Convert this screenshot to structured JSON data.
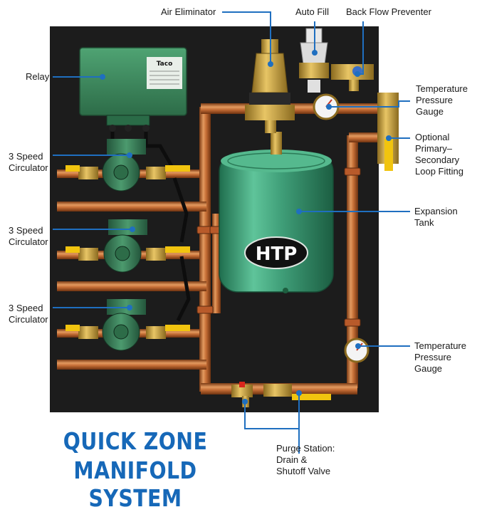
{
  "labels": {
    "air_eliminator": "Air Eliminator",
    "auto_fill": "Auto Fill",
    "back_flow_preventer": "Back Flow Preventer",
    "relay": "Relay",
    "temp_gauge_top": [
      "Temperature",
      "Pressure",
      "Gauge"
    ],
    "primary_secondary": [
      "Optional",
      "Primary–",
      "Secondary",
      "Loop Fitting"
    ],
    "circulator_1": [
      "3 Speed",
      "Circulator"
    ],
    "circulator_2": [
      "3 Speed",
      "Circulator"
    ],
    "circulator_3": [
      "3 Speed",
      "Circulator"
    ],
    "expansion_tank": [
      "Expansion",
      "Tank"
    ],
    "temp_gauge_bottom": [
      "Temperature",
      "Pressure",
      "Gauge"
    ],
    "purge_station": [
      "Purge Station:",
      "Drain &",
      "Shutoff Valve"
    ]
  },
  "title": [
    "QUICK ZONE",
    "MANIFOLD SYSTEM"
  ],
  "badges": {
    "tank_logo": "HTP",
    "relay_brand": "Taco"
  },
  "colors": {
    "label_blue": "#1668b8",
    "callout_line": "#1f6fc0",
    "panel": "#1c1c1c",
    "copper": "#c2703a",
    "tank_green": "#3f9e78",
    "relay_green": "#3d8a5e",
    "brass": "#c9a13b",
    "valve_yellow": "#f1c40f"
  },
  "icons": [
    "relay-box-icon",
    "circulator-pump-icon",
    "expansion-tank-icon",
    "air-eliminator-icon",
    "pressure-gauge-icon",
    "ball-valve-icon",
    "copper-pipe-icon"
  ]
}
